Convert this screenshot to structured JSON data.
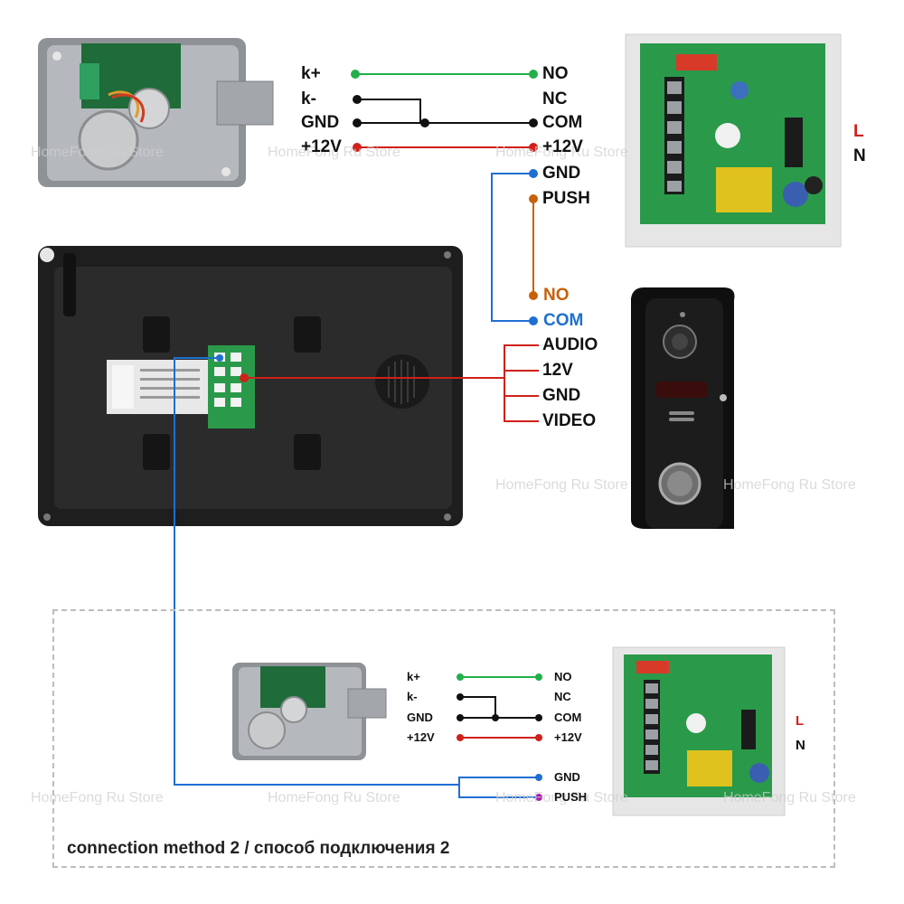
{
  "lock_terminals": [
    "k+",
    "k-",
    "GND",
    "+12V"
  ],
  "supply_terminals": [
    "NO",
    "NC",
    "COM",
    "+12V",
    "GND",
    "PUSH"
  ],
  "doorbell_terminals": [
    "NO",
    "COM"
  ],
  "camera_terminals": [
    "AUDIO",
    "12V",
    "GND",
    "VIDEO"
  ],
  "mains_terminals": [
    "L",
    "N"
  ],
  "method2": {
    "lock_terminals": [
      "k+",
      "k-",
      "GND",
      "+12V"
    ],
    "supply_terminals": [
      "NO",
      "NC",
      "COM",
      "+12V",
      "GND",
      "PUSH"
    ],
    "mains_terminals": [
      "L",
      "N"
    ],
    "caption": "connection method 2   /  способ подключения 2"
  },
  "watermark": "HomeFong Ru Store",
  "colors": {
    "green_wire": "#22b04a",
    "black_wire": "#111111",
    "red_wire": "#d0201a",
    "blue_wire": "#1f6fd1",
    "orange_wire": "#c8600a",
    "purple_dot": "#b01ab0"
  }
}
